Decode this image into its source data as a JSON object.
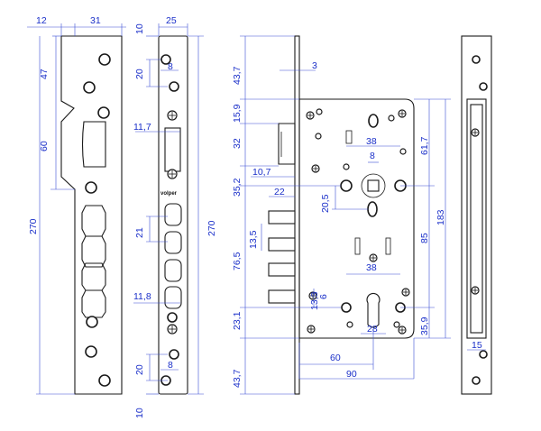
{
  "brand": "volper",
  "strike_plate": {
    "dims": {
      "top_left": "12",
      "top_right": "31",
      "left_upper": "47",
      "left_cut": "60",
      "total_height": "270"
    }
  },
  "faceplate": {
    "dims": {
      "width": "25",
      "top_margin": "10",
      "top_hole": "20",
      "top_hole_dx": "8",
      "latch_w": "11,7",
      "bolt_pitch": "21",
      "total_height": "270",
      "lower_w": "11,8",
      "bottom_hole": "20",
      "bottom_hole_dx": "8",
      "bottom_margin": "10"
    }
  },
  "lock_body": {
    "dims": {
      "thickness": "3",
      "top": "43,7",
      "latch_top": "15,9",
      "latch_h": "32",
      "latch_offset": "10,7",
      "handle_y": "35,2",
      "bolt_w": "22",
      "bolt_group": "13,5",
      "bolt_span": "76,5",
      "cyl_x": "13,3",
      "cyl_gap": "6",
      "bottom": "23,1",
      "bottom_margin": "43,7",
      "handle_hole": "38",
      "handle_sq": "8",
      "handle_off": "20,5",
      "cyl_pitch": "38",
      "cyl_w": "28",
      "right_top": "61,7",
      "right_mid": "85",
      "right_total": "183",
      "right_bottom": "35,9",
      "backset": "60",
      "body_depth": "90"
    }
  },
  "side_plate": {
    "dims": {
      "width": "15"
    }
  }
}
